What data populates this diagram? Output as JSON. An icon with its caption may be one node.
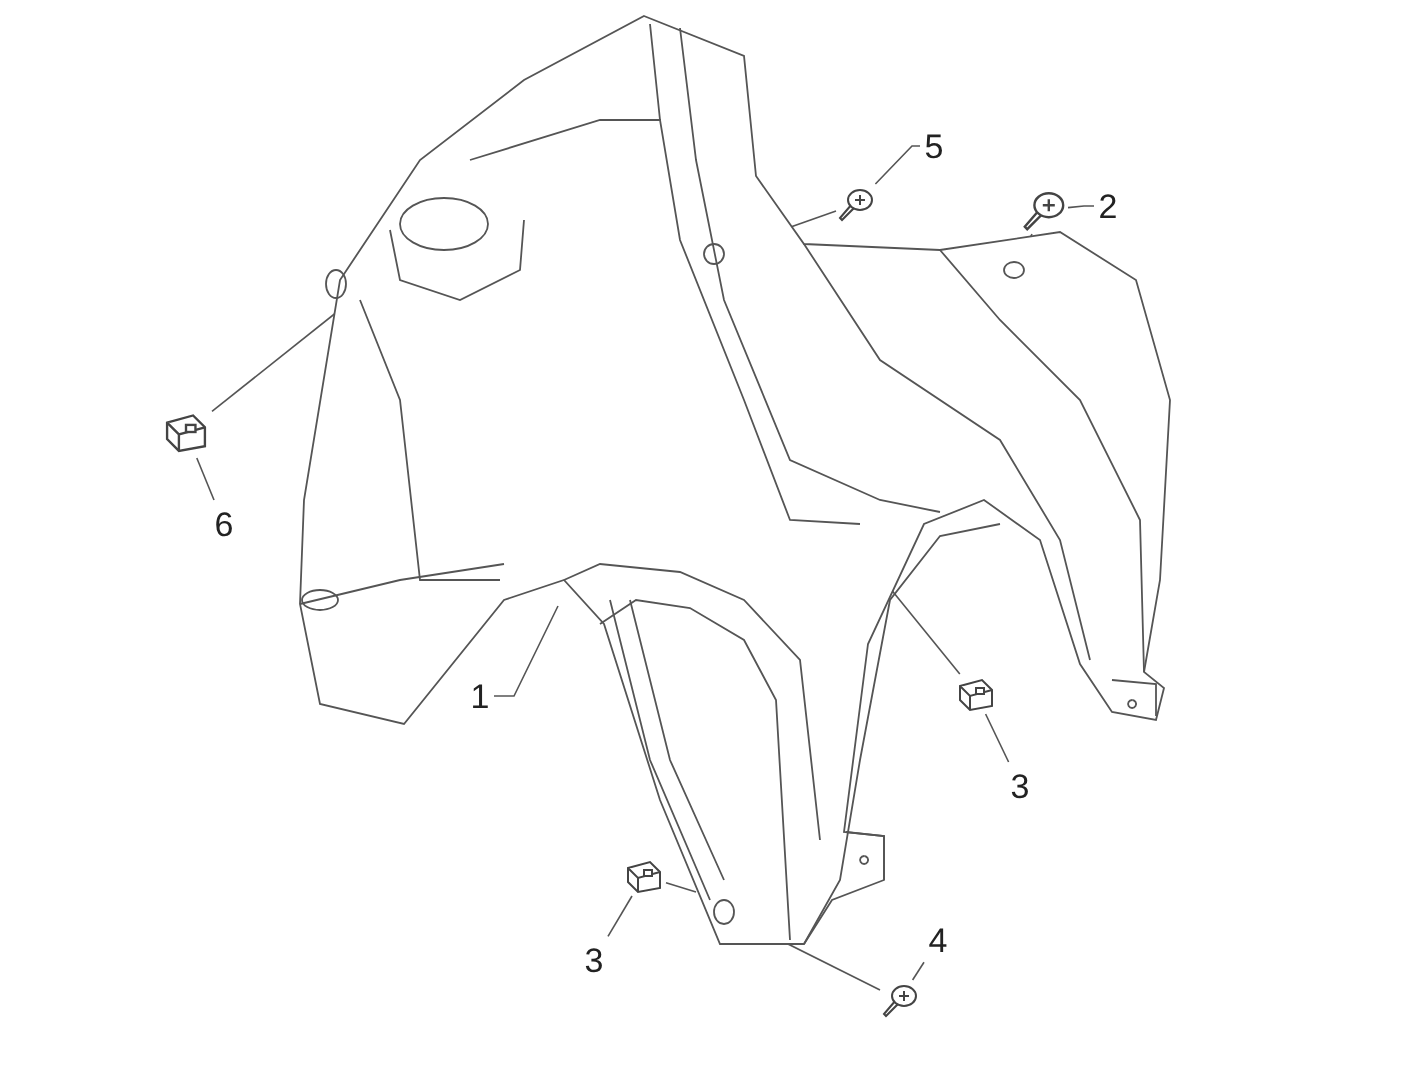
{
  "diagram": {
    "nodes": [
      {
        "text": [],
        "shape": "picture"
      },
      {
        "text": [
          "5"
        ]
      },
      {
        "text": [],
        "shape": "picture"
      },
      {
        "text": [
          "2"
        ]
      },
      {
        "text": [],
        "shape": "picture"
      },
      {
        "text": [],
        "shape": "picture"
      },
      {
        "text": [
          "6"
        ]
      },
      {
        "text": [
          "1"
        ]
      },
      {
        "text": [],
        "shape": "picture"
      },
      {
        "text": [
          "3"
        ]
      },
      {
        "text": [],
        "shape": "picture"
      },
      {
        "text": [
          "3"
        ]
      },
      {
        "text": [
          "4"
        ]
      },
      {
        "text": [],
        "shape": "picture"
      }
    ],
    "edges": [
      {
        "from": 1,
        "to": 2,
        "arrow": "none"
      },
      {
        "from": 3,
        "to": 4,
        "arrow": "none"
      },
      {
        "from": 6,
        "to": 5,
        "arrow": "none"
      },
      {
        "from": 7,
        "to": 0,
        "arrow": "none"
      },
      {
        "from": 9,
        "to": 8,
        "arrow": "none"
      },
      {
        "from": 11,
        "to": 10,
        "arrow": "none"
      },
      {
        "from": 12,
        "to": 13,
        "arrow": "none"
      },
      {
        "from": 2,
        "to": 0,
        "arrow": "none"
      },
      {
        "from": 4,
        "to": 0,
        "arrow": "none"
      },
      {
        "from": 5,
        "to": 0,
        "arrow": "none"
      },
      {
        "from": 8,
        "to": 0,
        "arrow": "none"
      },
      {
        "from": 10,
        "to": 0,
        "arrow": "none"
      },
      {
        "from": 13,
        "to": 0,
        "arrow": "none"
      }
    ]
  }
}
